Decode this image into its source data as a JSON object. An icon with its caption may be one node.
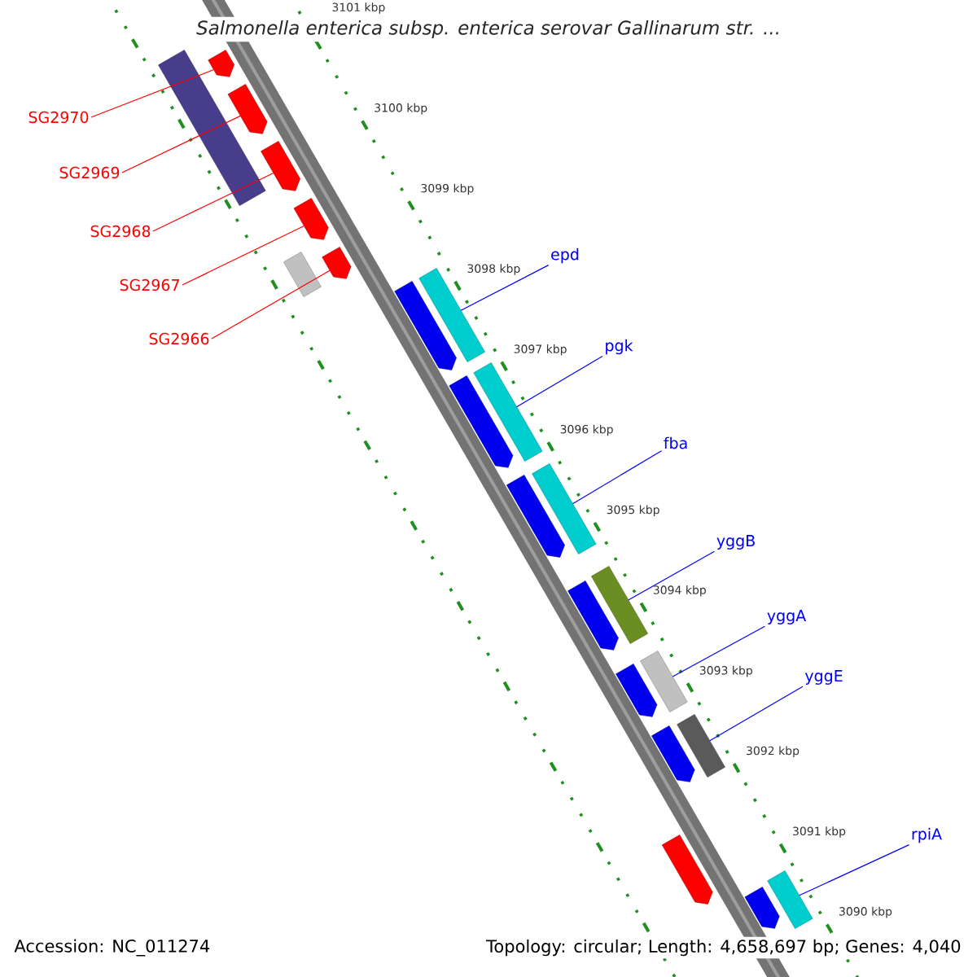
{
  "diagram": {
    "title": "Salmonella enterica subsp. enterica serovar Gallinarum str. ...",
    "nodes": [
      {
        "text": [
          "SG2970"
        ]
      },
      {
        "text": [
          "SG2969"
        ]
      },
      {
        "text": [
          "SG2968"
        ]
      },
      {
        "text": [
          "SG2967"
        ]
      },
      {
        "text": [
          "SG2966"
        ]
      },
      {
        "text": [
          "epd"
        ]
      },
      {
        "text": [
          "pgk"
        ]
      },
      {
        "text": [
          "fba"
        ]
      },
      {
        "text": [
          "yggB"
        ]
      },
      {
        "text": [
          "yggA"
        ]
      },
      {
        "text": [
          "yggE"
        ]
      },
      {
        "text": [
          "rpiA"
        ]
      },
      {
        "text": [],
        "shape": "bar"
      },
      {
        "text": [],
        "shape": "bar"
      },
      {
        "text": [],
        "shape": "bar"
      },
      {
        "text": [],
        "shape": "bar"
      },
      {
        "text": [],
        "shape": "bar"
      },
      {
        "text": [],
        "shape": "bar"
      },
      {
        "text": [],
        "shape": "bar"
      },
      {
        "text": [],
        "shape": "bar"
      },
      {
        "text": [],
        "shape": "bar"
      },
      {
        "text": [],
        "shape": "bar"
      },
      {
        "text": [],
        "shape": "bar"
      },
      {
        "text": [],
        "shape": "bar"
      },
      {
        "text": [],
        "shape": "bar"
      },
      {
        "text": [],
        "shape": "bar"
      },
      {
        "text": [],
        "shape": "bar"
      },
      {
        "text": [],
        "shape": "bar"
      },
      {
        "text": [],
        "shape": "bar"
      },
      {
        "text": [],
        "shape": "bar"
      },
      {
        "text": [],
        "shape": "bar"
      },
      {
        "text": [],
        "shape": "bar"
      },
      {
        "text": [],
        "shape": "bar"
      },
      {
        "text": [],
        "shape": "bar"
      }
    ],
    "edges": [
      {
        "from": 0,
        "to": 12,
        "arrow": "none",
        "color": "#ff0000"
      },
      {
        "from": 1,
        "to": 14,
        "arrow": "none",
        "color": "#ff0000"
      },
      {
        "from": 2,
        "to": 15,
        "arrow": "none",
        "color": "#ff0000"
      },
      {
        "from": 3,
        "to": 16,
        "arrow": "none",
        "color": "#ff0000"
      },
      {
        "from": 4,
        "to": 17,
        "arrow": "none",
        "color": "#ff0000"
      },
      {
        "from": 5,
        "to": 19,
        "arrow": "none"
      },
      {
        "from": 6,
        "to": 21,
        "arrow": "none"
      },
      {
        "from": 7,
        "to": 23,
        "arrow": "none"
      },
      {
        "from": 8,
        "to": 25,
        "arrow": "none"
      },
      {
        "from": 9,
        "to": 27,
        "arrow": "none"
      },
      {
        "from": 10,
        "to": 29,
        "arrow": "none"
      },
      {
        "from": 11,
        "to": 32,
        "arrow": "none"
      }
    ],
    "labels": [
      "3101 kbp",
      "3100 kbp",
      "3099 kbp",
      "3098 kbp",
      "3097 kbp",
      "3096 kbp",
      "3095 kbp",
      "3094 kbp",
      "3093 kbp",
      "3092 kbp",
      "3091 kbp",
      "3090 kbp",
      "Accession: NC_011274",
      "Topology: circular; Length: 4,658,697 bp; Genes: 4,040"
    ]
  }
}
